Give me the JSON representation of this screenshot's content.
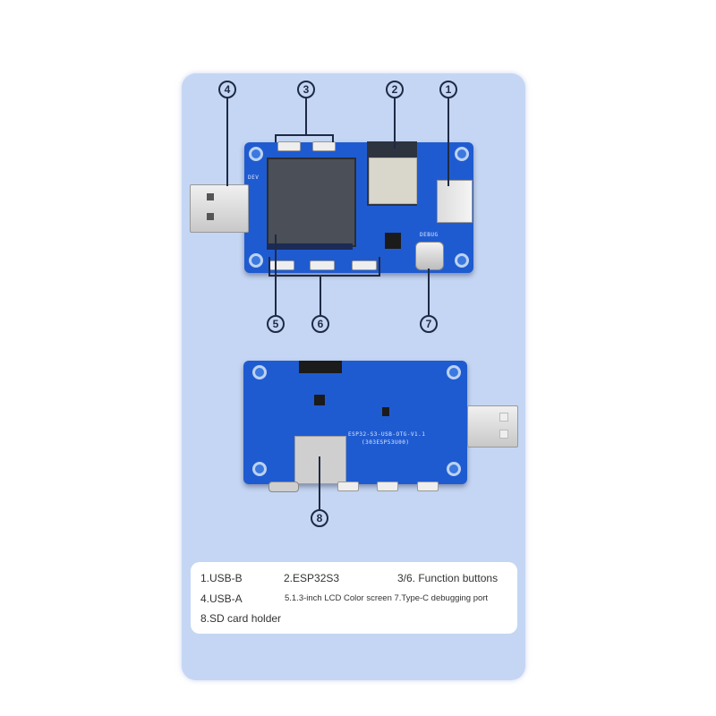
{
  "panel": {
    "background": "#c4d6f3"
  },
  "top_view": {
    "callouts": [
      {
        "id": "4",
        "label": "4"
      },
      {
        "id": "3",
        "label": "3"
      },
      {
        "id": "2",
        "label": "2"
      },
      {
        "id": "1",
        "label": "1"
      },
      {
        "id": "5",
        "label": "5"
      },
      {
        "id": "6",
        "label": "6"
      },
      {
        "id": "7",
        "label": "7"
      }
    ],
    "silk": {
      "dev": "DEV",
      "debug": "DEBUG"
    }
  },
  "bottom_view": {
    "callouts": [
      {
        "id": "8",
        "label": "8"
      }
    ],
    "silk": {
      "board_name": "ESP32-S3-USB-OTG-V1.1",
      "board_code": "(303ESP53U00)"
    }
  },
  "legend": {
    "items": [
      {
        "text": "1.USB-B"
      },
      {
        "text": "2.ESP32S3"
      },
      {
        "text": "3/6. Function buttons"
      },
      {
        "text": "4.USB-A"
      },
      {
        "text": "5.1.3-inch LCD Color screen 7.Type-C debugging port"
      },
      {
        "text": "8.SD card holder"
      }
    ]
  }
}
